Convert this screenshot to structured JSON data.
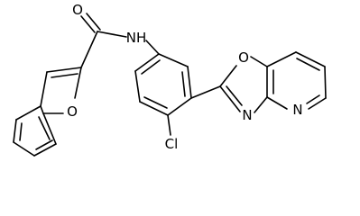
{
  "molecule": {
    "atoms": [
      {
        "id": "o_carbonyl",
        "label": "O"
      },
      {
        "id": "n_amide",
        "label": "NH"
      },
      {
        "id": "o_furan",
        "label": "O"
      },
      {
        "id": "o_oxazole",
        "label": "O"
      },
      {
        "id": "n_oxazole",
        "label": "N"
      },
      {
        "id": "n_pyridine",
        "label": "N"
      },
      {
        "id": "cl",
        "label": "Cl"
      }
    ]
  }
}
